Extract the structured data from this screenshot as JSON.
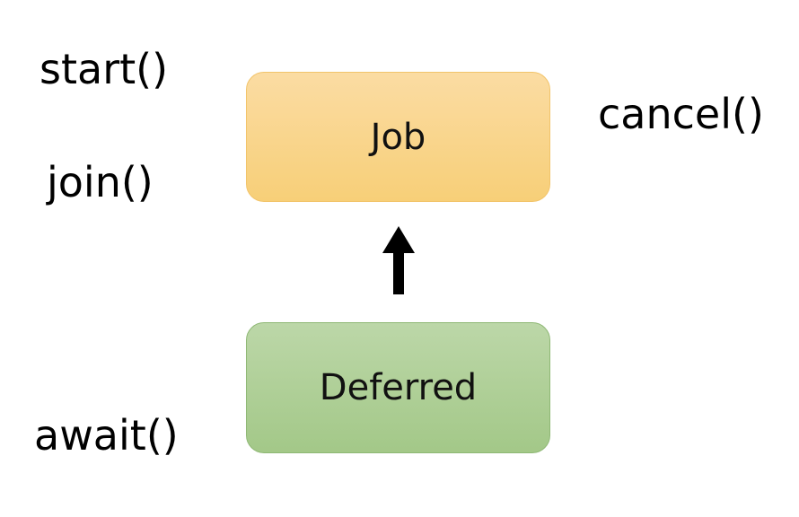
{
  "methods": {
    "start": "start()",
    "join": "join()",
    "cancel": "cancel()",
    "await": "await()"
  },
  "boxes": {
    "job": {
      "label": "Job",
      "color": "#f7cf78",
      "border": "#f2c46a"
    },
    "deferred": {
      "label": "Deferred",
      "color": "#a3c888",
      "border": "#8fb875"
    }
  },
  "arrow": {
    "direction": "up",
    "from": "Deferred",
    "to": "Job",
    "color": "#000000"
  }
}
